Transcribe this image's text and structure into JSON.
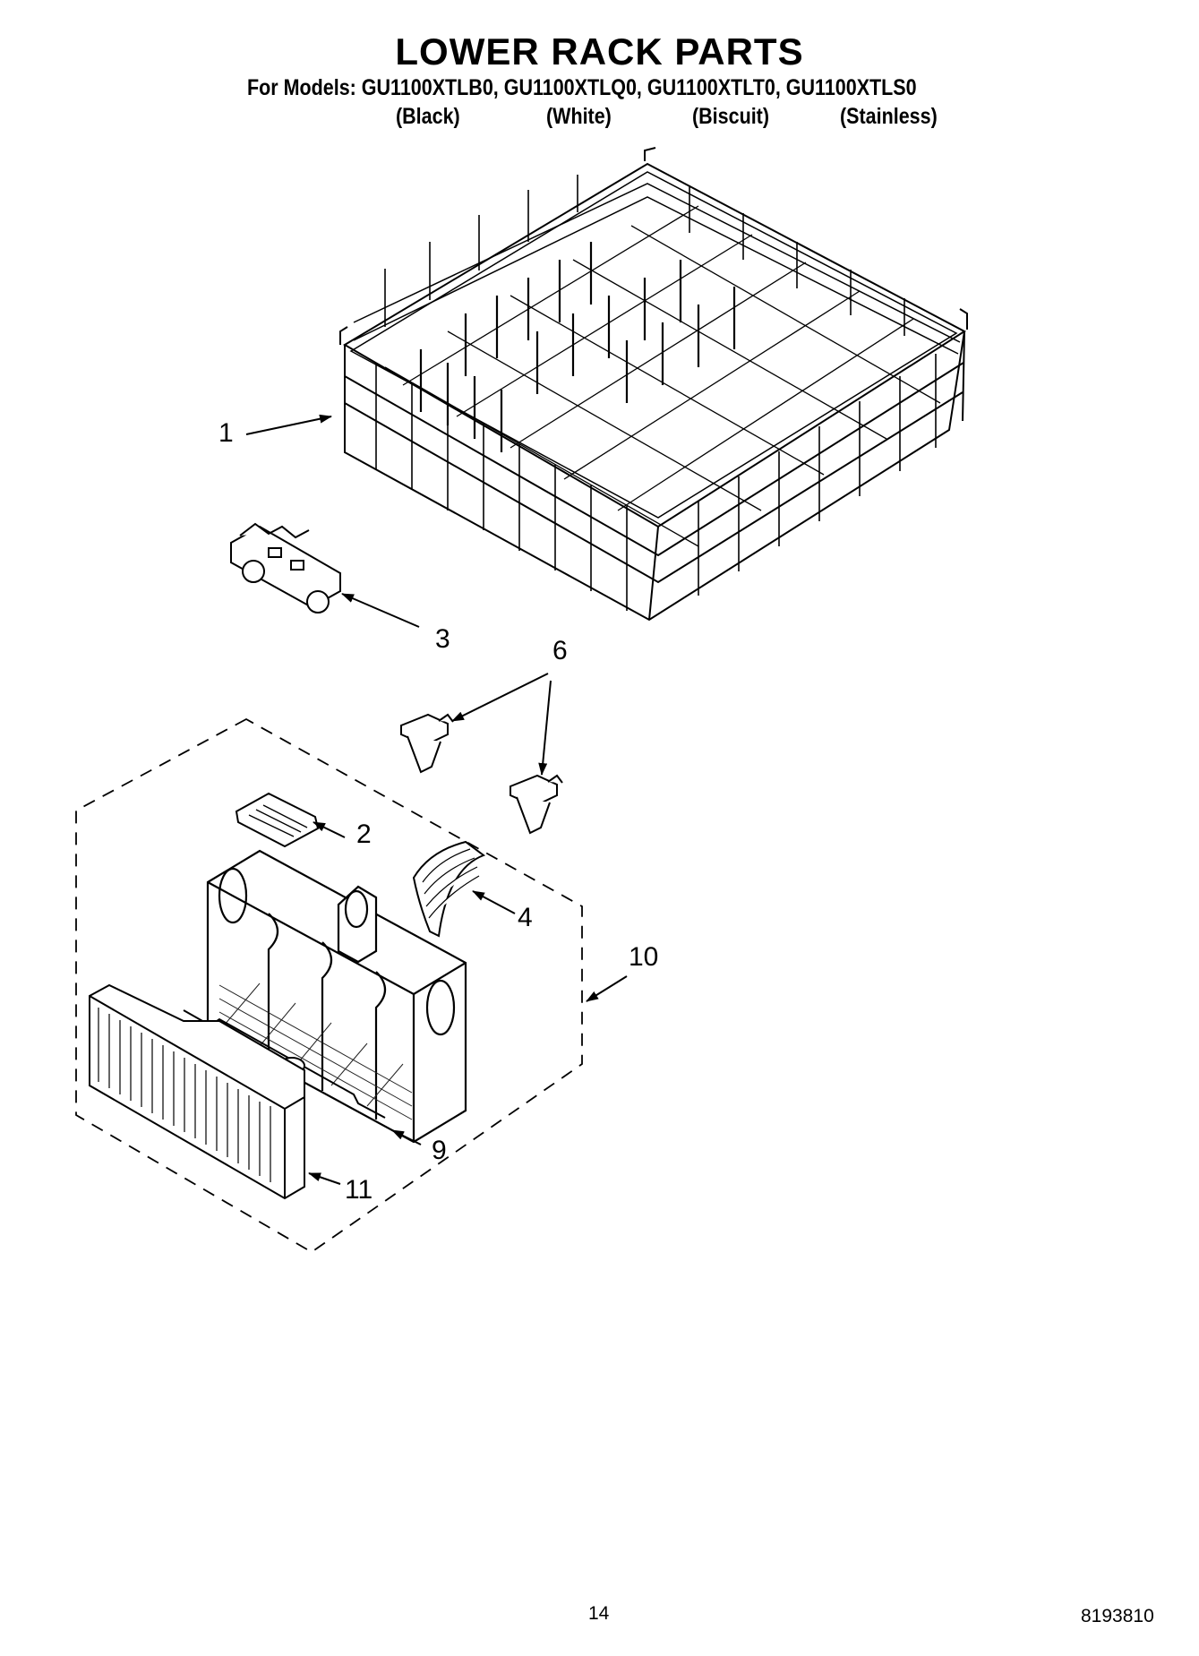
{
  "header": {
    "title": "LOWER RACK PARTS",
    "models_line": "For Models: GU1100XTLB0, GU1100XTLQ0, GU1100XTLT0, GU1100XTLS0",
    "colors": [
      "(Black)",
      "(White)",
      "(Biscuit)",
      "(Stainless)"
    ]
  },
  "callouts": [
    "1",
    "3",
    "6",
    "2",
    "4",
    "10",
    "9",
    "11"
  ],
  "footer": {
    "page_number": "14",
    "doc_number": "8193810"
  }
}
